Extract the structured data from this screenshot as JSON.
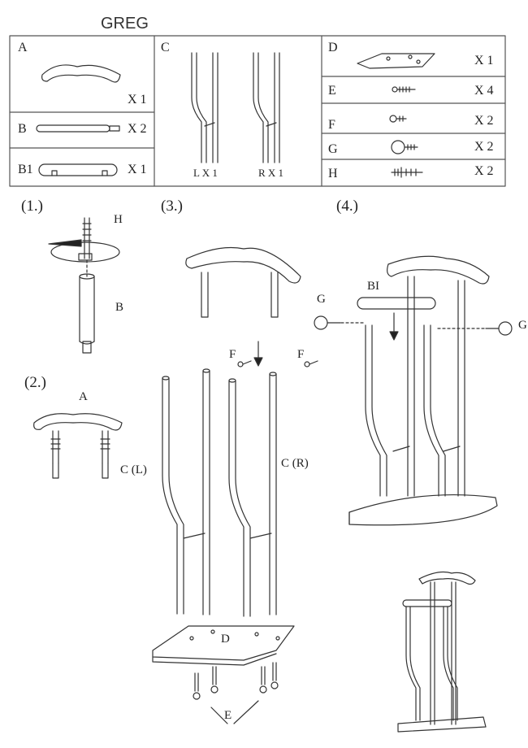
{
  "title": "GREG",
  "parts_table": [
    {
      "letter": "A",
      "qty": "X 1"
    },
    {
      "letter": "B",
      "qty": "X 2"
    },
    {
      "letter": "B1",
      "qty": "X 1"
    },
    {
      "letter": "C",
      "left_label": "L X 1",
      "right_label": "R X 1"
    },
    {
      "letter": "D",
      "qty": "X 1"
    },
    {
      "letter": "E",
      "qty": "X 4"
    },
    {
      "letter": "F",
      "qty": "X 2"
    },
    {
      "letter": "G",
      "qty": "X 2"
    },
    {
      "letter": "H",
      "qty": "X 2"
    }
  ],
  "steps": [
    "(1.)",
    "(2.)",
    "(3.)",
    "(4.)"
  ],
  "callouts": {
    "step1_h": "H",
    "step1_b": "B",
    "step2_a": "A",
    "step3_f1": "F",
    "step3_f2": "F",
    "step3_cl": "C (L)",
    "step3_cr": "C (R)",
    "step3_d": "D",
    "step3_e": "E",
    "step4_g1": "G",
    "step4_b1": "BI",
    "step4_g2": "G"
  }
}
